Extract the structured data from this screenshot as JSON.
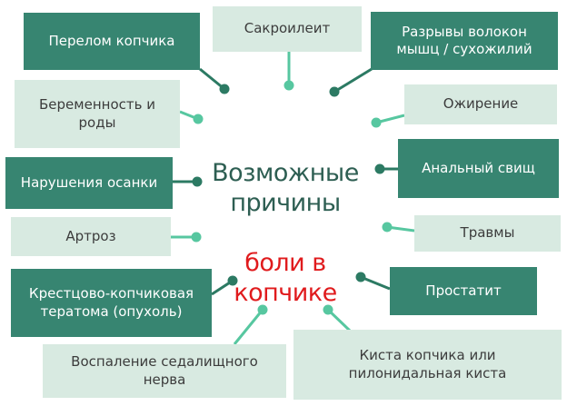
{
  "title": {
    "top": "Возможные\nпричины",
    "bottom": "боли в\nкопчике"
  },
  "nodes": [
    {
      "id": "perelom-kopchika",
      "label": "Перелом копчика",
      "tone": "dark"
    },
    {
      "id": "sakroileit",
      "label": "Сакроилеит",
      "tone": "light"
    },
    {
      "id": "razryvy-volokon",
      "label": "Разрывы волокон\nмышц / сухожилий",
      "tone": "dark"
    },
    {
      "id": "beremennost-rody",
      "label": "Беременность и\nроды",
      "tone": "light"
    },
    {
      "id": "ozhirenie",
      "label": "Ожирение",
      "tone": "light"
    },
    {
      "id": "narusheniya-osanki",
      "label": "Нарушения осанки",
      "tone": "dark"
    },
    {
      "id": "analnyy-svishch",
      "label": "Анальный свищ",
      "tone": "dark"
    },
    {
      "id": "artroz",
      "label": "Артроз",
      "tone": "light"
    },
    {
      "id": "travmy",
      "label": "Травмы",
      "tone": "light"
    },
    {
      "id": "krestcovo-teratoma",
      "label": "Крестцово-копчиковая\nтератома (опухоль)",
      "tone": "dark"
    },
    {
      "id": "prostatit",
      "label": "Простатит",
      "tone": "dark"
    },
    {
      "id": "vospalenie-nerva",
      "label": "Воспаление седалищного\nнерва",
      "tone": "light"
    },
    {
      "id": "kista-kopchika",
      "label": "Киста копчика или\nпилонидальная киста",
      "tone": "light"
    }
  ],
  "colors": {
    "dark_box": "#378571",
    "light_box": "#D8EAE1",
    "dark_text": "#FFFFFF",
    "light_text": "#3C3C3C",
    "dark_connector": "#2C7A63",
    "light_connector": "#57C7A0",
    "title_teal": "#2D5E52",
    "title_red": "#E01B1D",
    "background": "#FFFFFF"
  }
}
